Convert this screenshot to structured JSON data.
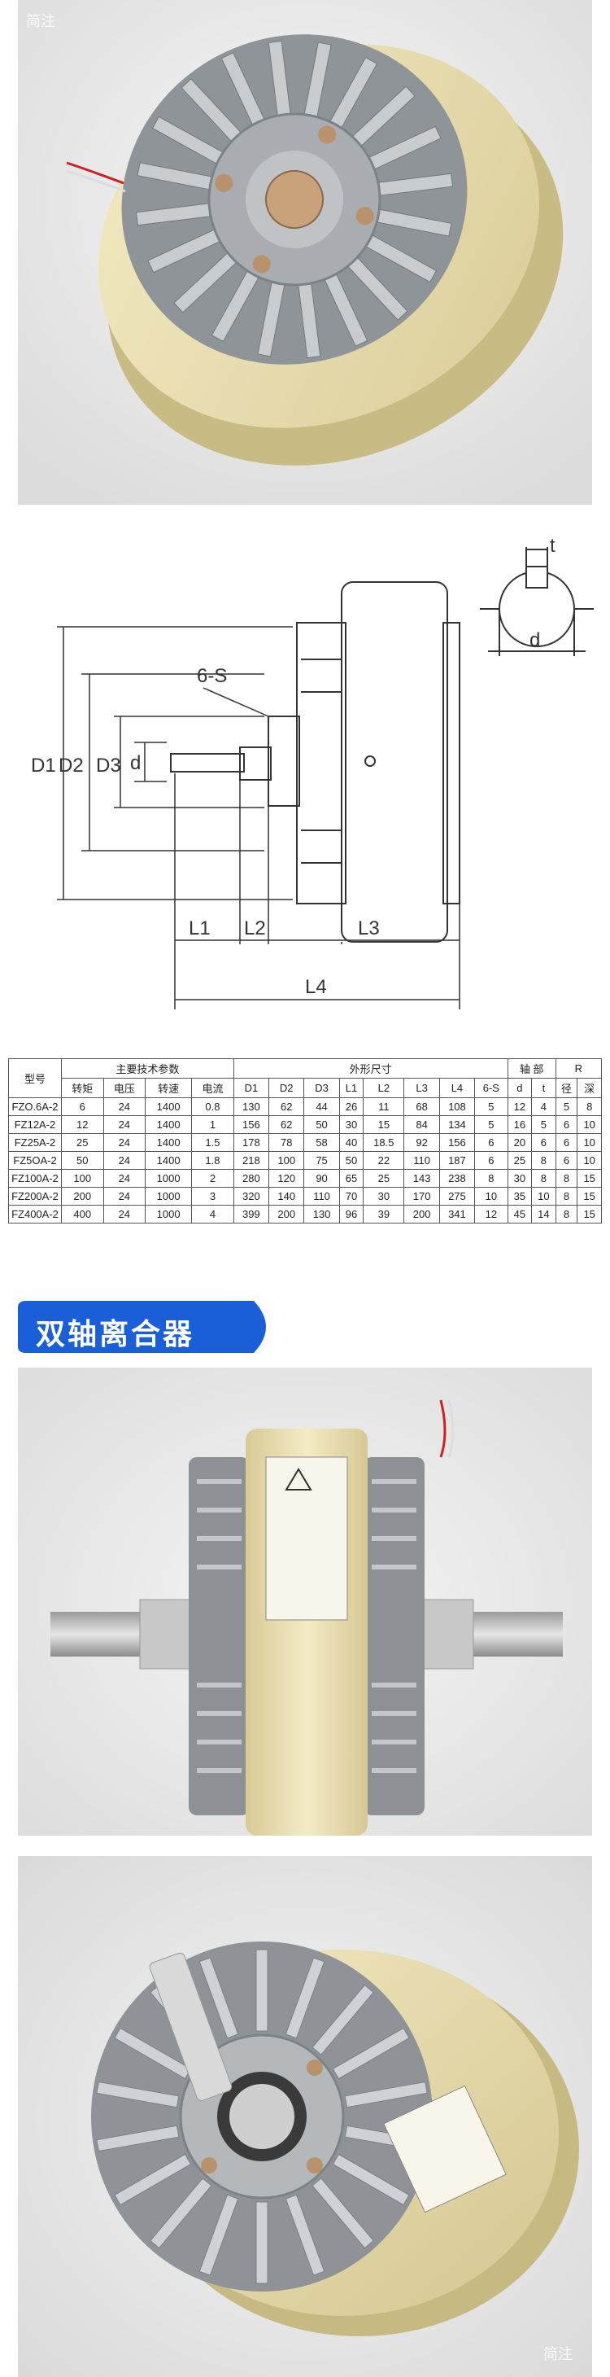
{
  "watermark_top": "简注",
  "watermark_bottom": "简注",
  "drawing_labels": {
    "t": "t",
    "d_key": "d",
    "six_s": "6-S",
    "D1": "D1",
    "D2": "D2",
    "D3": "D3",
    "d_shaft": "d",
    "L1": "L1",
    "L2": "L2",
    "L3": "L3",
    "L4": "L4"
  },
  "table": {
    "model_header": "型号",
    "main_params_header": "主要技术参数",
    "dims_header": "外形尺寸",
    "sub_headers": [
      "转矩",
      "电压",
      "转速",
      "电流",
      "D1",
      "D2",
      "D3",
      "L1",
      "L2",
      "L3",
      "L4",
      "6-S"
    ],
    "shaft_header": "轴 部",
    "shaft_sub": [
      "d",
      "t"
    ],
    "r_header": "R",
    "r_sub": [
      "径",
      "深"
    ],
    "rows": [
      [
        "FZO.6A-2",
        "6",
        "24",
        "1400",
        "0.8",
        "130",
        "62",
        "44",
        "26",
        "11",
        "68",
        "108",
        "5",
        "12",
        "4",
        "5",
        "8"
      ],
      [
        "FZ12A-2",
        "12",
        "24",
        "1400",
        "1",
        "156",
        "62",
        "50",
        "30",
        "15",
        "84",
        "134",
        "5",
        "16",
        "5",
        "6",
        "10"
      ],
      [
        "FZ25A-2",
        "25",
        "24",
        "1400",
        "1.5",
        "178",
        "78",
        "58",
        "40",
        "18.5",
        "92",
        "156",
        "6",
        "20",
        "6",
        "6",
        "10"
      ],
      [
        "FZ5OA-2",
        "50",
        "24",
        "1400",
        "1.8",
        "218",
        "100",
        "75",
        "50",
        "22",
        "110",
        "187",
        "6",
        "25",
        "8",
        "6",
        "10"
      ],
      [
        "FZ100A-2",
        "100",
        "24",
        "1000",
        "2",
        "280",
        "120",
        "90",
        "65",
        "25",
        "143",
        "238",
        "8",
        "30",
        "8",
        "8",
        "15"
      ],
      [
        "FZ200A-2",
        "200",
        "24",
        "1000",
        "3",
        "320",
        "140",
        "110",
        "70",
        "30",
        "170",
        "275",
        "10",
        "35",
        "10",
        "8",
        "15"
      ],
      [
        "FZ400A-2",
        "400",
        "24",
        "1000",
        "4",
        "399",
        "200",
        "130",
        "96",
        "39",
        "200",
        "341",
        "12",
        "45",
        "14",
        "8",
        "15"
      ]
    ]
  },
  "banner": {
    "title": "双轴离合器",
    "color": "#1a5fd8"
  },
  "colors": {
    "housing": "#ede2b4",
    "metal": "#b4b7ba",
    "panel_bg": "#ececec"
  }
}
